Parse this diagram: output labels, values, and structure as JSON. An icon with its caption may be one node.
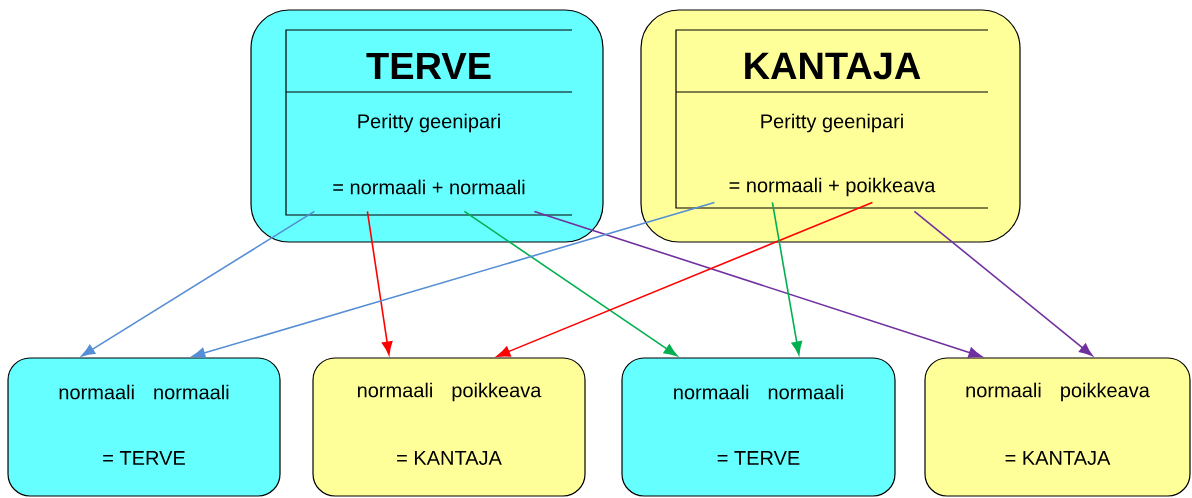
{
  "diagram": {
    "nodes": [
      {
        "text": [
          "TERVE",
          "Peritty geenipari",
          "= normaali + normaali"
        ]
      },
      {
        "text": [
          "KANTAJA",
          "Peritty geenipari",
          "= normaali + poikkeava"
        ]
      },
      {
        "text": [
          "normaali normaali",
          "= TERVE"
        ]
      },
      {
        "text": [
          "normaali poikkeava",
          "= KANTAJA"
        ]
      },
      {
        "text": [
          "normaali normaali",
          "= TERVE"
        ]
      },
      {
        "text": [
          "normaali poikkeava",
          "= KANTAJA"
        ]
      }
    ],
    "edges": [
      {
        "from": 0,
        "to": 2,
        "arrow": "to",
        "color": "#558ed5"
      },
      {
        "from": 0,
        "to": 3,
        "arrow": "to",
        "color": "#ff0000"
      },
      {
        "from": 0,
        "to": 4,
        "arrow": "to",
        "color": "#00b050"
      },
      {
        "from": 0,
        "to": 5,
        "arrow": "to",
        "color": "#7030a0"
      },
      {
        "from": 1,
        "to": 2,
        "arrow": "to",
        "color": "#558ed5"
      },
      {
        "from": 1,
        "to": 3,
        "arrow": "to",
        "color": "#ff0000"
      },
      {
        "from": 1,
        "to": 4,
        "arrow": "to",
        "color": "#00b050"
      },
      {
        "from": 1,
        "to": 5,
        "arrow": "to",
        "color": "#7030a0"
      }
    ]
  }
}
